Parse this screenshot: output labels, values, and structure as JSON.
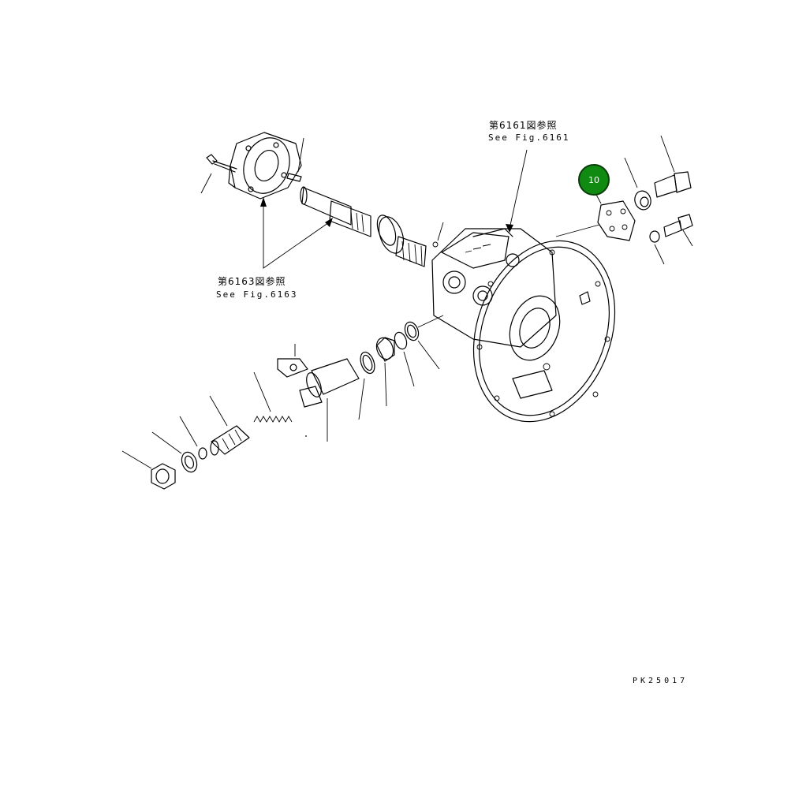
{
  "references": [
    {
      "id": "ref-6161",
      "jp": "第6161図参照",
      "en": "See Fig.6161"
    },
    {
      "id": "ref-6163",
      "jp": "第6163図参照",
      "en": "See Fig.6163"
    }
  ],
  "callouts": [
    {
      "label": "10",
      "color": "#118a11"
    }
  ],
  "drawing_code": "PK25017"
}
